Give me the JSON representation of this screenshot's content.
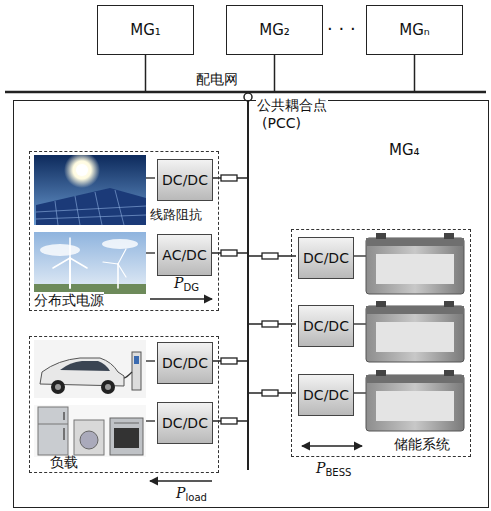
{
  "diagram": {
    "nodes": [
      {
        "text": [
          "MG₁"
        ]
      },
      {
        "text": [
          "MG₂"
        ]
      },
      {
        "text": [
          "MGₙ"
        ]
      },
      {
        "text": [
          "MG₄"
        ]
      },
      {
        "text": [
          "分布式电源"
        ],
        "in": 3
      },
      {
        "text": [
          "DC/DC"
        ],
        "in": 4
      },
      {
        "text": [
          "AC/DC"
        ],
        "in": 4
      },
      {
        "text": [
          "负载"
        ],
        "in": 3
      },
      {
        "text": [
          "DC/DC"
        ],
        "in": 7
      },
      {
        "text": [
          "DC/DC"
        ],
        "in": 7
      },
      {
        "text": [
          "储能系统"
        ],
        "in": 3
      },
      {
        "text": [
          "DC/DC"
        ],
        "in": 10
      },
      {
        "text": [
          "DC/DC"
        ],
        "in": 10
      },
      {
        "text": [
          "DC/DC"
        ],
        "in": 10
      }
    ],
    "labels": [
      "· · ·",
      "配电网",
      "公共耦合点",
      "(PCC)",
      "线路阻抗",
      "PDG",
      "Pload",
      "PBESS"
    ]
  }
}
